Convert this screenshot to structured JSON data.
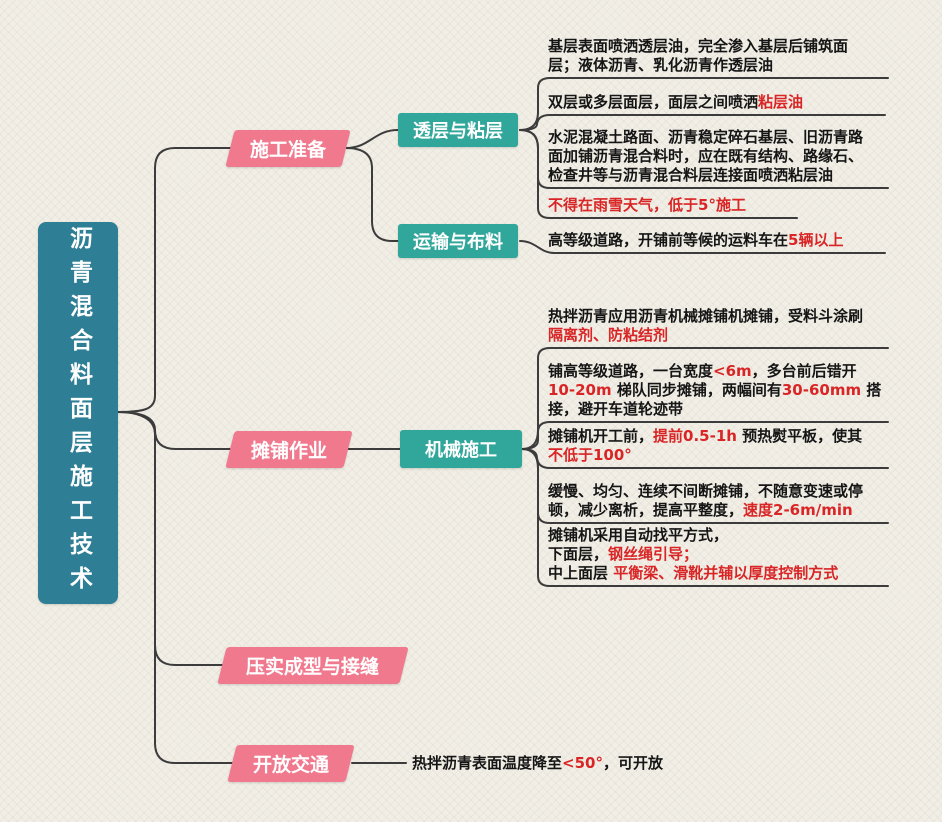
{
  "colors": {
    "bg": "#f1eee6",
    "root_bg": "#2e7e95",
    "branch_bg": "#f0798e",
    "sub_bg": "#31a69b",
    "red": "#d92525",
    "line": "#3c3c3c"
  },
  "root": {
    "label": "沥青混合料面层施工技术"
  },
  "branches": {
    "prep": {
      "label": "施工准备"
    },
    "paving": {
      "label": "摊铺作业"
    },
    "compact": {
      "label": "压实成型与接缝"
    },
    "traffic": {
      "label": "开放交通"
    }
  },
  "subnodes": {
    "prime": {
      "label": "透层与粘层"
    },
    "transport": {
      "label": "运输与布料"
    },
    "machine": {
      "label": "机械施工"
    }
  },
  "leaves": {
    "prime_1": [
      {
        "t": "基层表面喷洒透层油，完全渗入基层后铺筑面\n层；液体沥青、乳化沥青作透层油",
        "red": false
      }
    ],
    "prime_2": [
      {
        "t": "双层或多层面层，面层之间喷洒",
        "red": false
      },
      {
        "t": "粘层油",
        "red": true
      }
    ],
    "prime_3": [
      {
        "t": "水泥混凝土路面、沥青稳定碎石基层、旧沥青路\n面加铺沥青混合料时，应在既有结构、路缘石、\n检查井等与沥青混合料层连接面喷洒粘层油",
        "red": false
      }
    ],
    "prime_4": [
      {
        "t": "不得在雨雪天气，低于5°施工",
        "red": true
      }
    ],
    "transport_1": [
      {
        "t": "高等级道路，开铺前等候的运料车在",
        "red": false
      },
      {
        "t": "5辆以上",
        "red": true
      }
    ],
    "machine_1": [
      {
        "t": "热拌沥青应用沥青机械摊铺机摊铺，受料斗涂刷\n",
        "red": false
      },
      {
        "t": "隔离剂、防粘结剂",
        "red": true
      }
    ],
    "machine_2": [
      {
        "t": "铺高等级道路，一台宽度",
        "red": false
      },
      {
        "t": "<6m",
        "red": true
      },
      {
        "t": "，多台前后错开\n",
        "red": false
      },
      {
        "t": "10-20m",
        "red": true
      },
      {
        "t": " 梯队同步摊铺，两幅间有",
        "red": false
      },
      {
        "t": "30-60mm",
        "red": true
      },
      {
        "t": " 搭\n接，避开车道轮迹带",
        "red": false
      }
    ],
    "machine_3": [
      {
        "t": "摊铺机开工前，",
        "red": false
      },
      {
        "t": "提前0.5-1h",
        "red": true
      },
      {
        "t": " 预热熨平板，使其\n",
        "red": false
      },
      {
        "t": "不低于100°",
        "red": true
      }
    ],
    "machine_4": [
      {
        "t": "缓慢、均匀、连续不间断摊铺，不随意变速或停\n顿，减少离析，提高平整度，",
        "red": false
      },
      {
        "t": "速度2-6m/min",
        "red": true
      }
    ],
    "machine_5": [
      {
        "t": "摊铺机采用自动找平方式，\n下面层，",
        "red": false
      },
      {
        "t": "钢丝绳引导；",
        "red": true
      },
      {
        "t": "\n中上面层 ",
        "red": false
      },
      {
        "t": "平衡梁、滑靴并辅以厚度控制方式",
        "red": true
      }
    ],
    "traffic_1": [
      {
        "t": "热拌沥青表面温度降至",
        "red": false
      },
      {
        "t": "<50°",
        "red": true
      },
      {
        "t": "，可开放",
        "red": false
      }
    ]
  }
}
